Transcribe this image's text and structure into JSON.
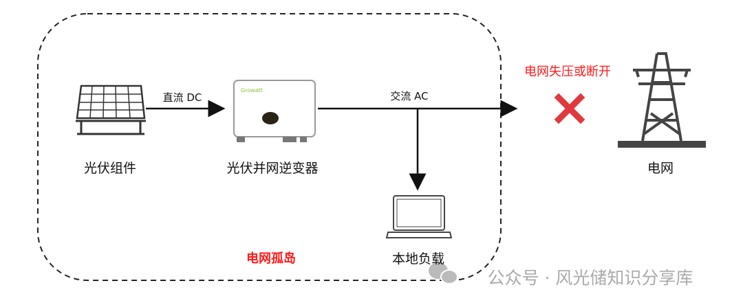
{
  "components": {
    "pv_module": "光伏组件",
    "inverter": "光伏并网逆变器",
    "inverter_logo": "Growatt",
    "local_load": "本地负载",
    "grid": "电网"
  },
  "links": {
    "dc": "直流 DC",
    "ac": "交流 AC"
  },
  "annotations": {
    "island": "电网孤岛",
    "grid_fault": "电网失压或断开"
  },
  "watermark": "公众号 · 风光储知识分享库",
  "colors": {
    "alert": "#ff1a1a",
    "cross": "#e0393e",
    "line": "#111111"
  }
}
